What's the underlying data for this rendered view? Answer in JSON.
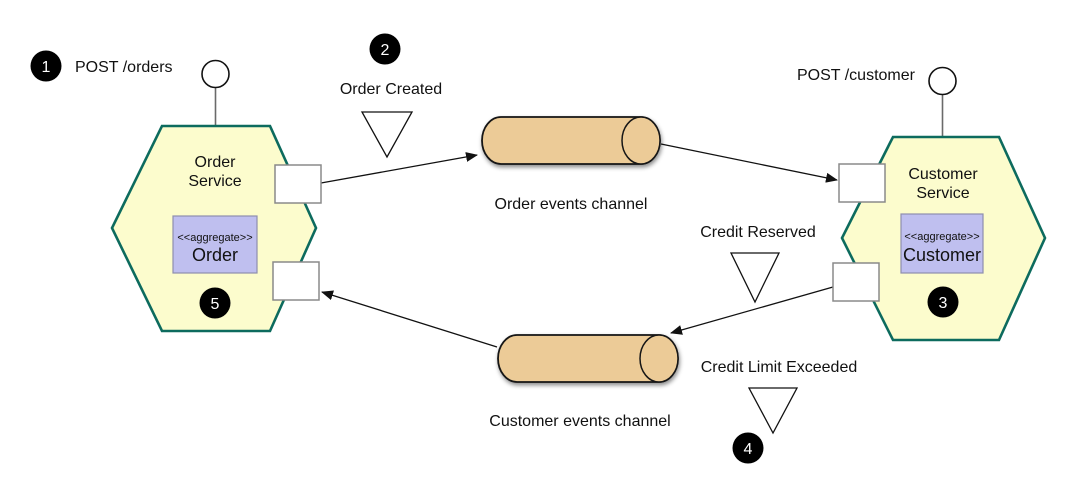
{
  "colors": {
    "hexagon_fill": "#fcfccd",
    "hexagon_stroke": "#0d6b5e",
    "aggregate_fill": "#bfbfef",
    "channel_fill": "#eccb97",
    "step_marker_fill": "#000000",
    "step_marker_text": "#ffffff"
  },
  "steps": {
    "s1": "1",
    "s2": "2",
    "s3": "3",
    "s4": "4",
    "s5": "5"
  },
  "services": {
    "order": {
      "name_line1": "Order",
      "name_line2": "Service",
      "aggregate_stereotype": "<<aggregate>>",
      "aggregate_name": "Order",
      "endpoint_label": "POST /orders"
    },
    "customer": {
      "name_line1": "Customer",
      "name_line2": "Service",
      "aggregate_stereotype": "<<aggregate>>",
      "aggregate_name": "Customer",
      "endpoint_label": "POST /customer"
    }
  },
  "channels": {
    "order_events": {
      "label": "Order events channel"
    },
    "customer_events": {
      "label": "Customer events channel"
    }
  },
  "events": {
    "order_created": {
      "label": "Order Created"
    },
    "credit_reserved": {
      "label": "Credit Reserved"
    },
    "credit_limit_exceeded": {
      "label": "Credit Limit Exceeded"
    }
  }
}
